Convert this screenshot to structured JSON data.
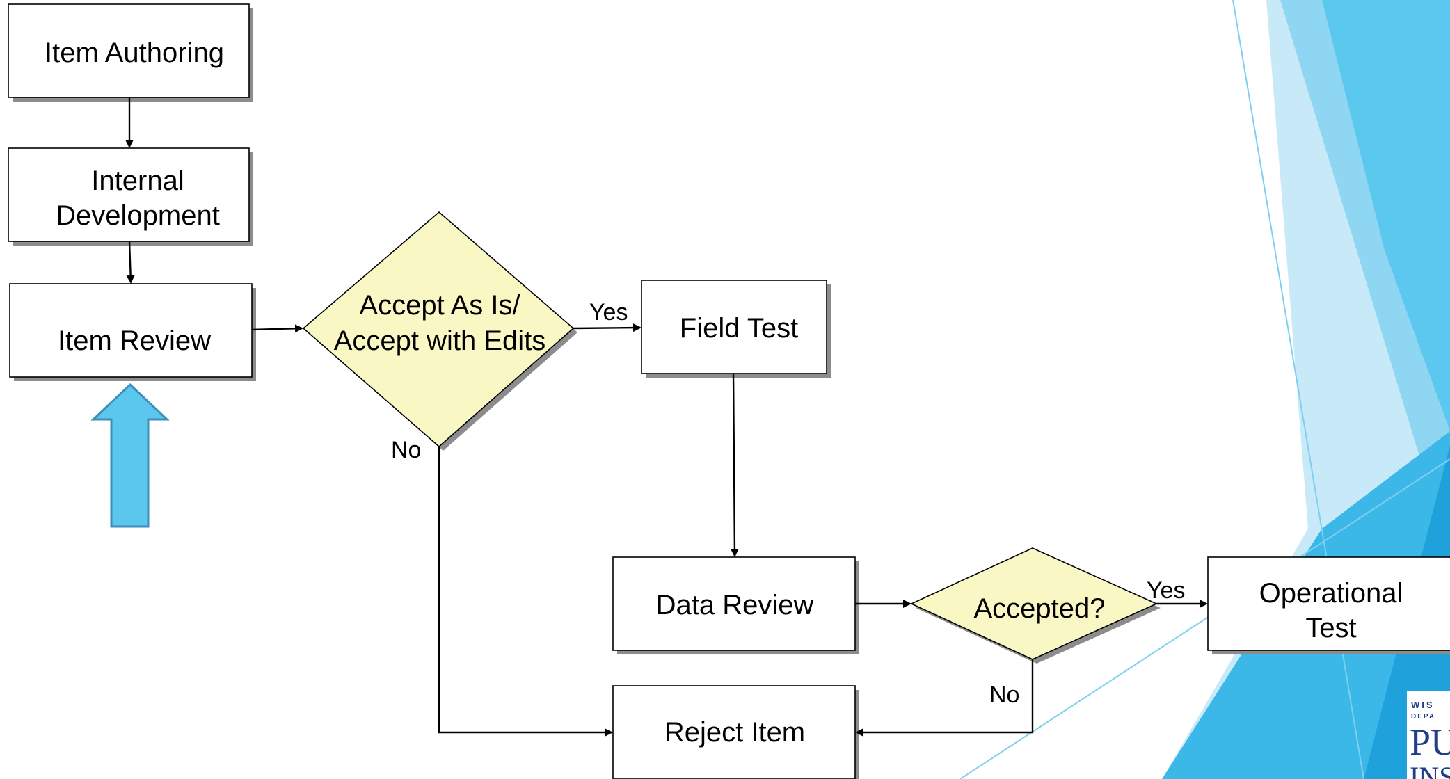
{
  "nodes": {
    "item_authoring": {
      "label": "Item Authoring"
    },
    "internal_development": {
      "label_line1": "Internal",
      "label_line2": "Development"
    },
    "item_review": {
      "label": "Item Review"
    },
    "decision_accept": {
      "label_line1": "Accept As Is/",
      "label_line2": "Accept with Edits"
    },
    "field_test": {
      "label": "Field Test"
    },
    "data_review": {
      "label": "Data Review"
    },
    "decision_accepted": {
      "label": "Accepted?"
    },
    "operational_test": {
      "label_line1": "Operational",
      "label_line2": "Test"
    },
    "reject_item": {
      "label": "Reject Item"
    }
  },
  "edges": {
    "accept_yes": "Yes",
    "accept_no": "No",
    "accepted_yes": "Yes",
    "accepted_no": "No"
  },
  "logo": {
    "line1": "WIS",
    "line2": "DEPA",
    "line3": "PU",
    "line4": "INS"
  },
  "colors": {
    "decision_fill": "#f9f8c5",
    "highlight_arrow": "#5bc6ee",
    "background_accent": "#3bb8e8"
  },
  "icons": {
    "highlight": "up-arrow-icon"
  }
}
